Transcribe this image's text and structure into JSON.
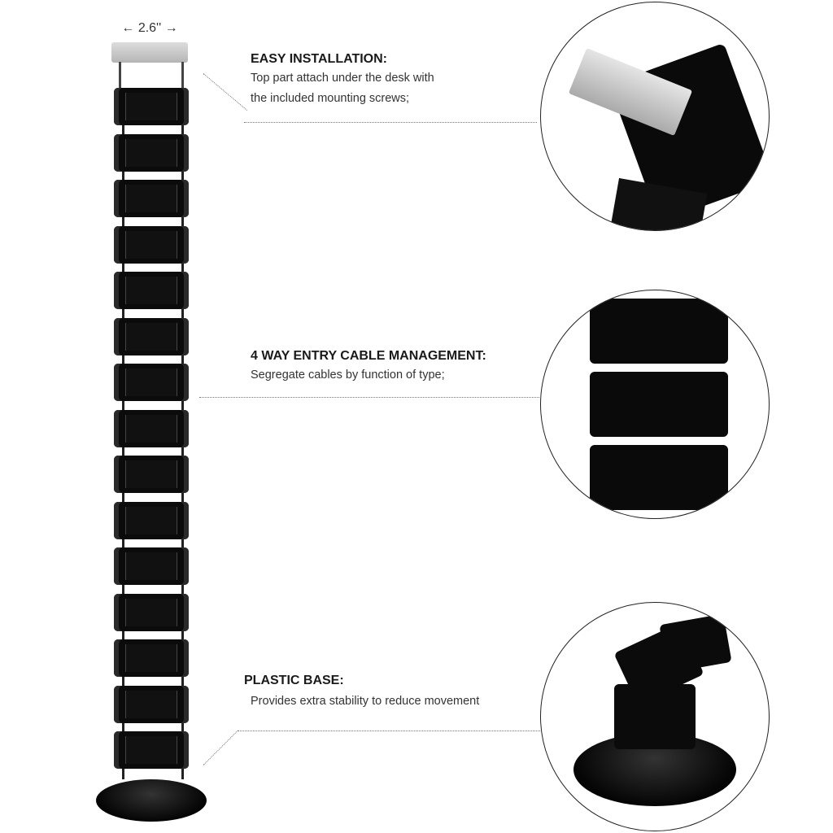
{
  "dimension": {
    "label": "2.6''"
  },
  "features": [
    {
      "title": "EASY INSTALLATION:",
      "lines": [
        "Top part attach under the desk with",
        "the included mounting screws;"
      ]
    },
    {
      "title": "4 WAY ENTRY CABLE MANAGEMENT:",
      "lines": [
        "Segregate cables by function of type;"
      ]
    },
    {
      "title": "PLASTIC BASE:",
      "lines": [
        "Provides extra stability to reduce movement"
      ]
    }
  ],
  "colors": {
    "product": "#0b0b0b",
    "bracket": "#c8c8c8"
  }
}
